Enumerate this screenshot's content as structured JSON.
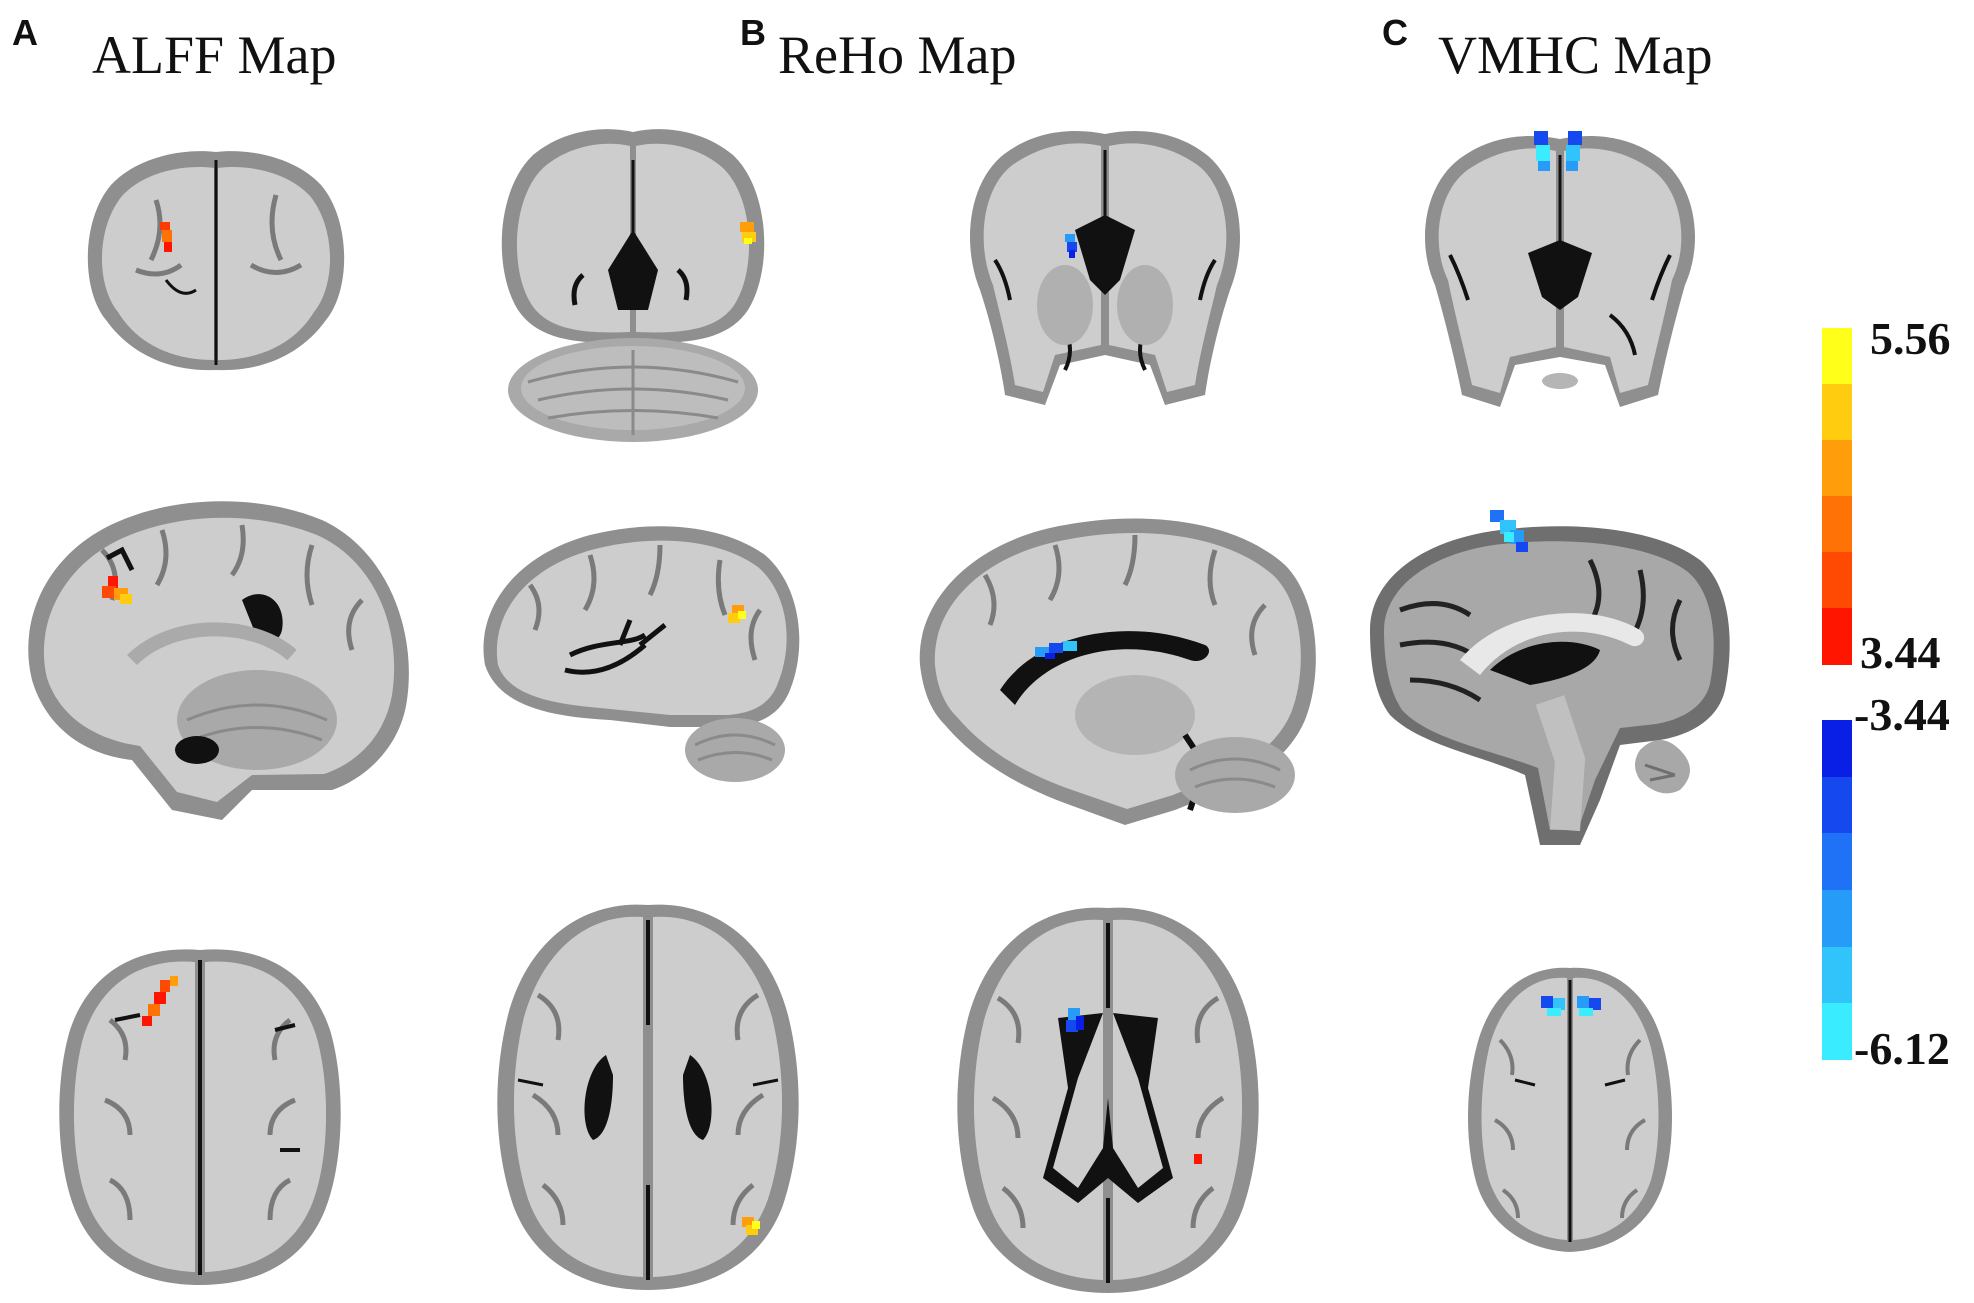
{
  "panels": [
    {
      "letter": "A",
      "title": "ALFF Map"
    },
    {
      "letter": "B",
      "title": "ReHo Map"
    },
    {
      "letter": "C",
      "title": "VMHC Map"
    }
  ],
  "colorbar": {
    "positive": {
      "max": "5.56",
      "min": "3.44",
      "colors": [
        "#ffff1a",
        "#ffcc10",
        "#ff9e0a",
        "#ff7306",
        "#ff4a03",
        "#ff1500"
      ]
    },
    "negative": {
      "max": "-3.44",
      "min": "-6.12",
      "colors": [
        "#0a1fe6",
        "#1648f0",
        "#1f72f5",
        "#279bf8",
        "#30c4fb",
        "#39ecff"
      ]
    }
  },
  "colors": {
    "brain_fill": "#c9c9c9",
    "brain_gray_matter": "#8f8f8f",
    "ventricle": "#000000",
    "hot_cluster": "#ff6a00",
    "cold_cluster": "#2a78ff"
  }
}
